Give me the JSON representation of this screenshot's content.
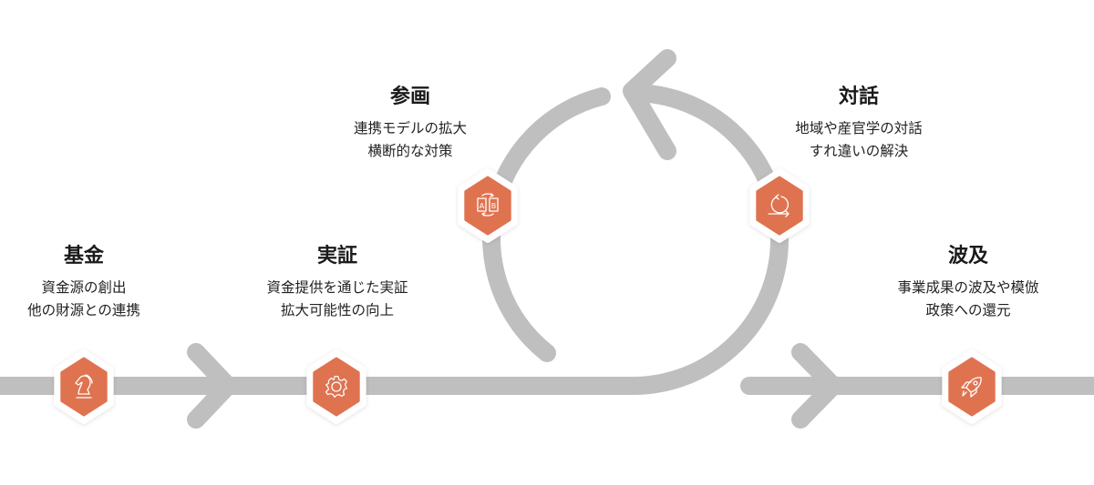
{
  "colors": {
    "track": "#bfbfbf",
    "accent": "#df7350",
    "halo": "#ffffff"
  },
  "stages": [
    {
      "title": "基金",
      "lines": [
        "資金源の創出",
        "他の財源との連携"
      ],
      "icon": "chess-knight-icon"
    },
    {
      "title": "実証",
      "lines": [
        "資金提供を通じた実証",
        "拡大可能性の向上"
      ],
      "icon": "gear-icon"
    },
    {
      "title": "参画",
      "lines": [
        "連携モデルの拡大",
        "横断的な対策"
      ],
      "icon": "ab-swap-icon"
    },
    {
      "title": "対話",
      "lines": [
        "地域や産官学の対話",
        "すれ違いの解決"
      ],
      "icon": "cycle-arrow-icon"
    },
    {
      "title": "波及",
      "lines": [
        "事業成果の波及や模倣",
        "政策への還元"
      ],
      "icon": "rocket-icon"
    }
  ]
}
